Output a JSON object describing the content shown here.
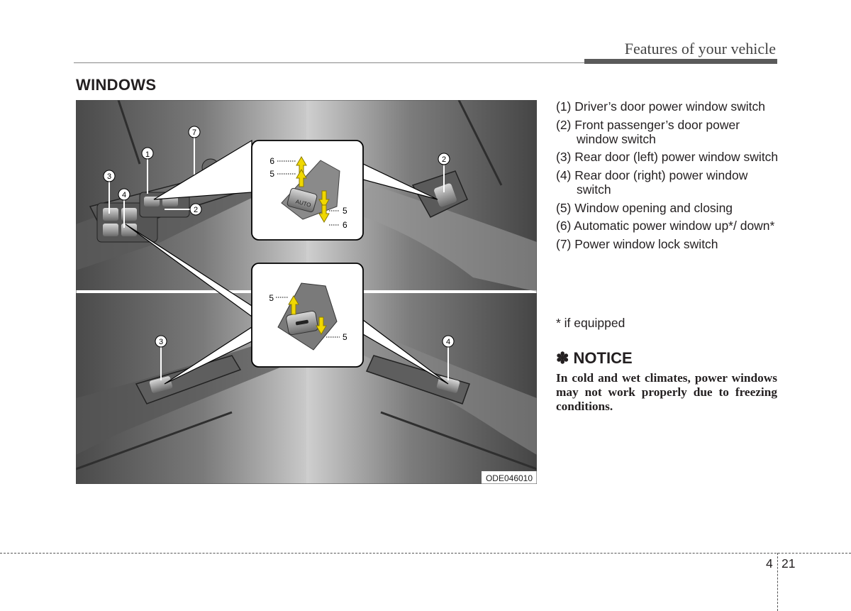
{
  "header": {
    "title": "Features of your vehicle"
  },
  "section": {
    "title": "WINDOWS"
  },
  "figure": {
    "code": "ODE046010",
    "callouts": {
      "top_left": [
        "1",
        "2",
        "3",
        "4",
        "7"
      ],
      "top_right": "2",
      "bottom_left": "3",
      "bottom_right": "4",
      "inset_upper": {
        "six_a": "6",
        "five_a": "5",
        "five_b": "5",
        "six_b": "6",
        "auto": "AUTO"
      },
      "inset_lower": {
        "five_a": "5",
        "five_b": "5"
      }
    }
  },
  "captions": [
    "(1) Driver’s door power window switch",
    "(2) Front passenger’s door power window switch",
    "(3) Rear door (left) power window switch",
    "(4) Rear door (right) power window switch",
    "(5) Window opening and closing",
    "(6) Automatic power window up*/ down*",
    "(7) Power window lock switch"
  ],
  "footnote": "* if equipped",
  "notice": {
    "title": "✽ NOTICE",
    "body": "In cold and wet climates, power windows may not work properly due to freezing conditions."
  },
  "page": {
    "chapter": "4",
    "number": "21"
  }
}
